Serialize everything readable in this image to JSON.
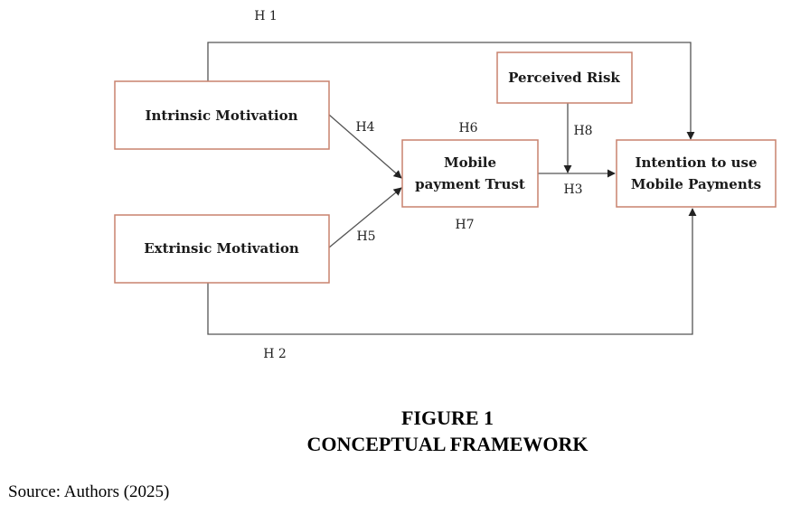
{
  "diagram": {
    "nodes": {
      "intrinsic": {
        "lines": [
          "Intrinsic Motivation"
        ]
      },
      "extrinsic": {
        "lines": [
          "Extrinsic Motivation"
        ]
      },
      "trust": {
        "lines": [
          "Mobile",
          "payment Trust"
        ]
      },
      "risk": {
        "lines": [
          "Perceived Risk"
        ]
      },
      "intention": {
        "lines": [
          "Intention to use",
          "Mobile Payments"
        ]
      }
    },
    "hypotheses": {
      "h1": "H 1",
      "h2": "H 2",
      "h3": "H3",
      "h4": "H4",
      "h5": "H5",
      "h6": "H6",
      "h7": "H7",
      "h8": "H8"
    },
    "edges": [
      {
        "from": "intrinsic",
        "to": "intention",
        "label": "H 1"
      },
      {
        "from": "extrinsic",
        "to": "intention",
        "label": "H 2"
      },
      {
        "from": "trust",
        "to": "intention",
        "label": "H3"
      },
      {
        "from": "intrinsic",
        "to": "trust",
        "label": "H4"
      },
      {
        "from": "extrinsic",
        "to": "trust",
        "label": "H5"
      },
      {
        "from": "risk",
        "to": "trust-intention-path",
        "label": "H8"
      }
    ],
    "colors": {
      "box_border": "#c8826e",
      "line": "#555555"
    }
  },
  "caption": {
    "line1": "FIGURE 1",
    "line2": "CONCEPTUAL FRAMEWORK"
  },
  "source": "Source: Authors (2025)"
}
